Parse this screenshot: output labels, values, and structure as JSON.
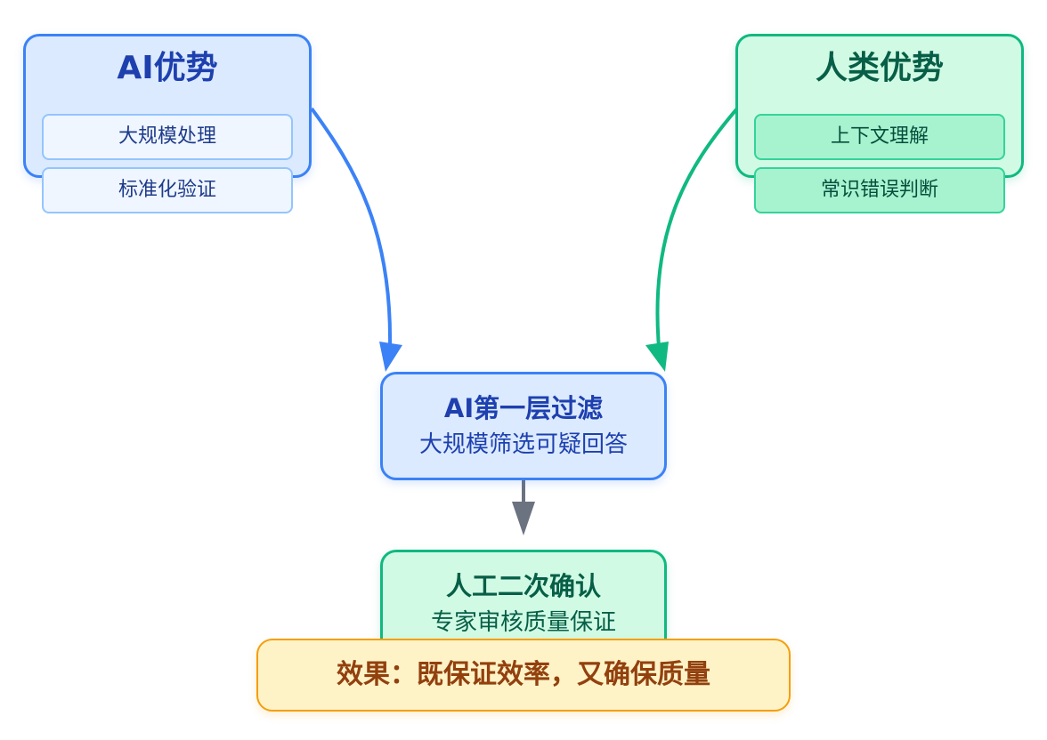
{
  "ai_panel": {
    "title": "AI优势",
    "items": [
      "大规模处理",
      "标准化验证"
    ]
  },
  "human_panel": {
    "title": "人类优势",
    "items": [
      "上下文理解",
      "常识错误判断"
    ]
  },
  "ai_filter": {
    "title": "AI第一层过滤",
    "subtitle": "大规模筛选可疑回答"
  },
  "human_confirm": {
    "title": "人工二次确认",
    "subtitle": "专家审核质量保证"
  },
  "result": {
    "text": "效果：既保证效率，又确保质量"
  },
  "colors": {
    "ai_blue": "#3b82f6",
    "human_green": "#10b981",
    "result_amber": "#f59e0b",
    "connector_gray": "#6b7280"
  }
}
